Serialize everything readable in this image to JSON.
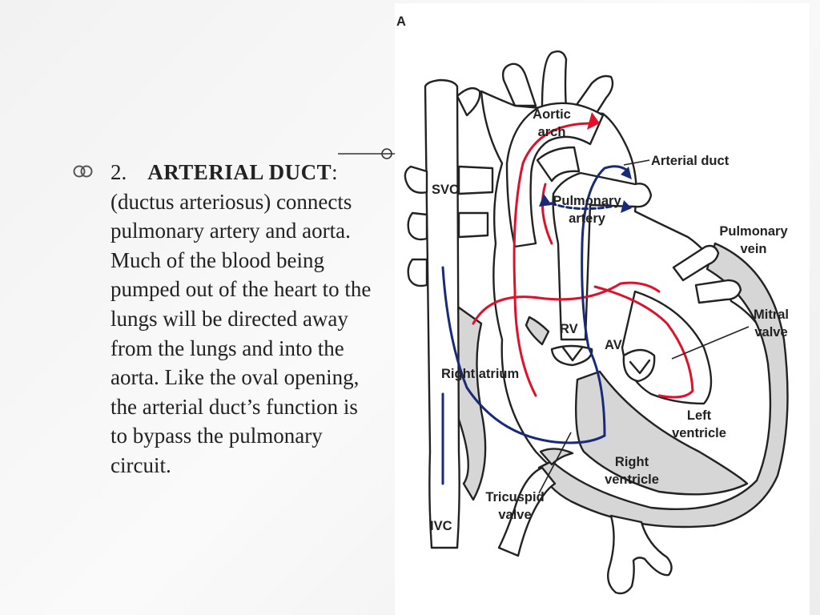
{
  "slide": {
    "bullet": {
      "number": "2.",
      "term": "ARTERIAL DUCT",
      "body": ": (ductus arteriosus) connects pulmonary artery and aorta.  Much of the blood being pumped out of the heart to the lungs will be directed away from the lungs and into the aorta.  Like the oval opening, the arterial duct’s function is to bypass the pulmonary circuit."
    }
  },
  "diagram": {
    "panel_letter": "A",
    "labels": {
      "aortic_arch": [
        "Aortic",
        "arch"
      ],
      "arterial_duct": "Arterial duct",
      "svc": "SVC",
      "pulmonary_artery": [
        "Pulmonary",
        "artery"
      ],
      "pulmonary_vein": [
        "Pulmonary",
        "vein"
      ],
      "rv": "RV",
      "av": "AV",
      "mitral_valve": [
        "Mitral",
        "valve"
      ],
      "right_atrium": "Right atrium",
      "left_ventricle": [
        "Left",
        "ventricle"
      ],
      "right_ventricle": [
        "Right",
        "ventricle"
      ],
      "tricuspid_valve": [
        "Tricuspid",
        "valve"
      ],
      "ivc": "IVC"
    },
    "colors": {
      "oxygenated": "#e0102a",
      "deoxygenated": "#1a2a7a",
      "tissue": "#d6d6d6",
      "outline": "#222222"
    }
  }
}
